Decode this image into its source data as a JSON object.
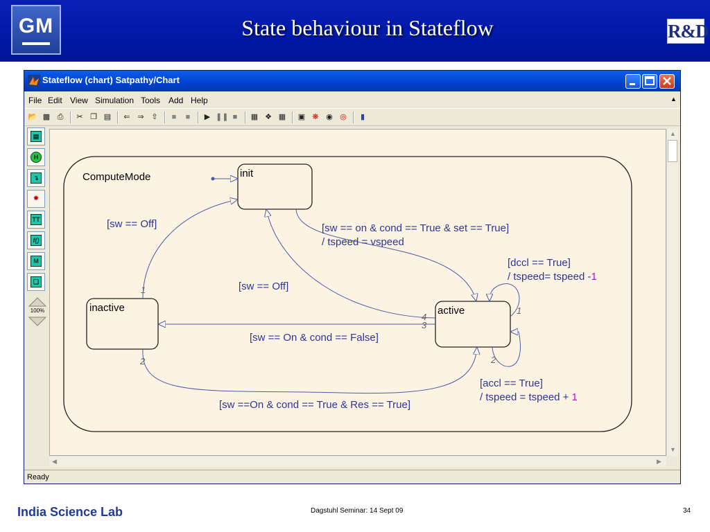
{
  "slide": {
    "logo_left": "GM",
    "logo_right": "R&D",
    "title": "State behaviour in Stateflow",
    "footer_left": "India Science Lab",
    "footer_center": "Dagstuhl  Seminar: 14 Sept 09",
    "page_number": "34"
  },
  "window": {
    "title": "Stateflow (chart) Satpathy/Chart",
    "menu": [
      "File",
      "Edit",
      "View",
      "Simulation",
      "Tools",
      "Add",
      "Help"
    ],
    "status": "Ready",
    "zoom": "100%"
  },
  "chart": {
    "superstate": "ComputeMode",
    "states": {
      "init": "init",
      "inactive": "inactive",
      "active": "active"
    },
    "transitions": {
      "inactive_to_init": "[sw == Off]",
      "init_to_active_cond": "[sw == on & cond == True & set == True]",
      "init_to_active_action": "/ tspeed = vspeed",
      "active_to_init": "[sw == Off]",
      "active_to_inactive": "[sw == On & cond == False]",
      "inactive_to_active": "[sw ==On & cond == True & Res == True]",
      "self_dec_cond": "[dccl == True]",
      "self_dec_action": "/ tspeed= tspeed -",
      "self_dec_value": "1",
      "self_acc_cond": "[accl == True]",
      "self_acc_action": "/ tspeed = tspeed +",
      "self_acc_value": "1"
    },
    "priorities": {
      "inactive_to_init": "1",
      "inactive_to_active": "2",
      "active_self_top": "1",
      "active_self_bottom": "2",
      "active_to_inactive": "3",
      "active_to_init": "4"
    },
    "colors": {
      "transition": "#4a5aa8",
      "label": "#2b3596",
      "highlight": "#d400d4",
      "canvas": "#fdf3e2"
    }
  }
}
